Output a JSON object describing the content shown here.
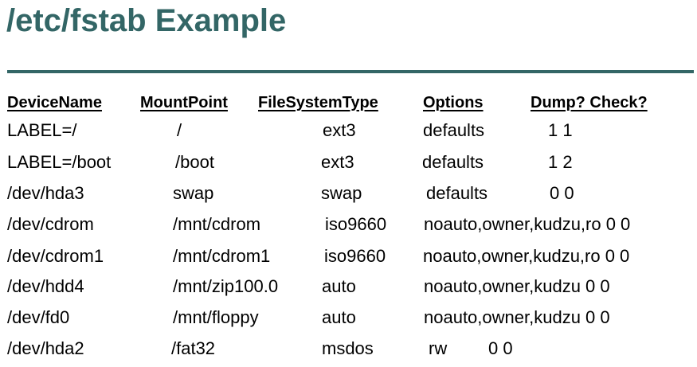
{
  "title": "/etc/fstab Example",
  "headers": {
    "device": "DeviceName",
    "mount": "MountPoint",
    "fstype": "FileSystemType",
    "options": "Options",
    "dumpcheck": "Dump? Check?"
  },
  "rows": [
    {
      "device": "LABEL=/",
      "mount": "/",
      "fstype": "ext3",
      "options": "defaults",
      "dumpcheck": "1 1"
    },
    {
      "device": "LABEL=/boot",
      "mount": "/boot",
      "fstype": "ext3",
      "options": "defaults",
      "dumpcheck": "1 2"
    },
    {
      "device": "/dev/hda3",
      "mount": "swap",
      "fstype": "swap",
      "options": "defaults",
      "dumpcheck": "0 0"
    },
    {
      "device": "/dev/cdrom",
      "mount": "/mnt/cdrom",
      "fstype": "iso9660",
      "options": "noauto,owner,kudzu,ro 0 0",
      "dumpcheck": ""
    },
    {
      "device": "/dev/cdrom1",
      "mount": "/mnt/cdrom1",
      "fstype": "iso9660",
      "options": "noauto,owner,kudzu,ro 0 0",
      "dumpcheck": ""
    },
    {
      "device": "/dev/hdd4",
      "mount": "/mnt/zip100.0",
      "fstype": "auto",
      "options": "noauto,owner,kudzu 0 0",
      "dumpcheck": ""
    },
    {
      "device": "/dev/fd0",
      "mount": "/mnt/floppy",
      "fstype": "auto",
      "options": "noauto,owner,kudzu 0 0",
      "dumpcheck": ""
    },
    {
      "device": "/dev/hda2",
      "mount": "/fat32",
      "fstype": "msdos",
      "options": "rw",
      "dumpcheck": "0 0"
    }
  ],
  "colors": {
    "title": "#336666",
    "rule": "#336666",
    "text": "#000000"
  }
}
